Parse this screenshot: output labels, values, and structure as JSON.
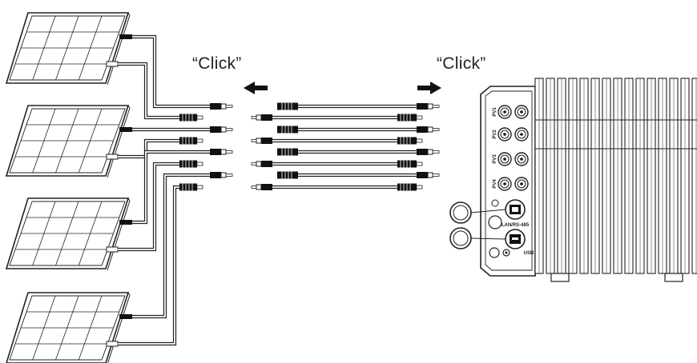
{
  "labels": {
    "click_left": "“Click”",
    "click_right": "“Click”"
  },
  "inverter": {
    "ports": [
      "PV1",
      "PV2",
      "PV3",
      "PV4"
    ],
    "comm_port_1": "LAN/RS-485",
    "comm_port_2": "USB"
  },
  "panels_count": 4,
  "colors": {
    "line": "#222222",
    "fill": "#ffffff",
    "plug": "#111111"
  }
}
